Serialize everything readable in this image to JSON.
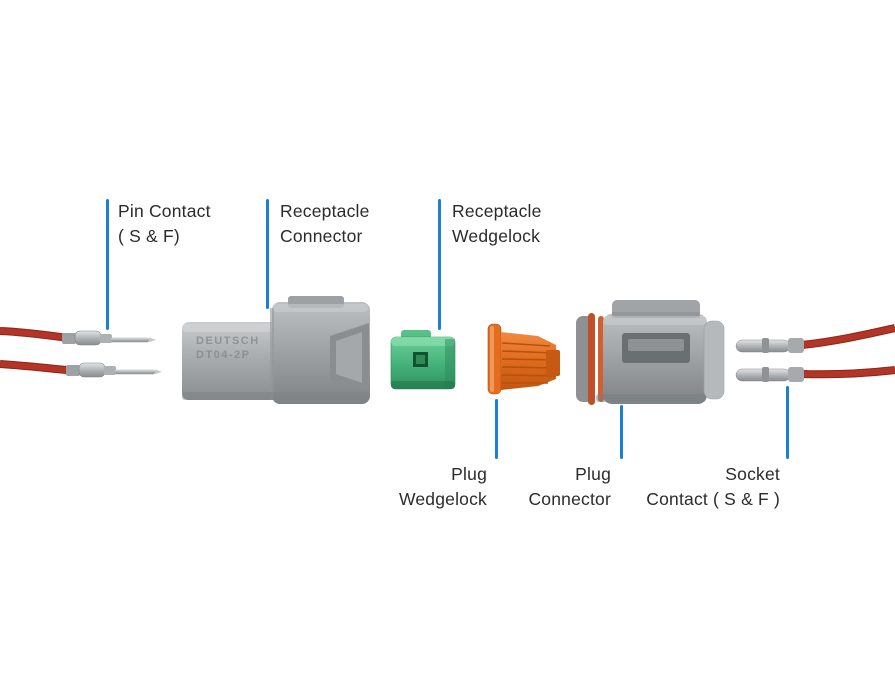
{
  "diagram": {
    "background": "#ffffff",
    "labels": {
      "pin_contact": {
        "line1": "Pin Contact",
        "line2": "( S & F)"
      },
      "receptacle_connector": {
        "line1": "Receptacle",
        "line2": "Connector"
      },
      "receptacle_wedgelock": {
        "line1": "Receptacle",
        "line2": "Wedgelock"
      },
      "plug_wedgelock": {
        "line1": "Plug",
        "line2": "Wedgelock"
      },
      "plug_connector": {
        "line1": "Plug",
        "line2": "Connector"
      },
      "socket_contact": {
        "line1": "Socket",
        "line2": "Contact ( S & F )"
      }
    },
    "part_markings": {
      "receptacle_line1": "DEUTSCH",
      "receptacle_line2": "DT04-2P"
    },
    "colors": {
      "leader_blue": "#1b7fd3",
      "wire_red": "#b23527",
      "connector_gray": "#a8acae",
      "wedgelock_green": "#46b47c",
      "wedgelock_orange": "#e4701d",
      "contact_silver": "#b2b5b7",
      "label_text": "#2b2b2b"
    }
  }
}
